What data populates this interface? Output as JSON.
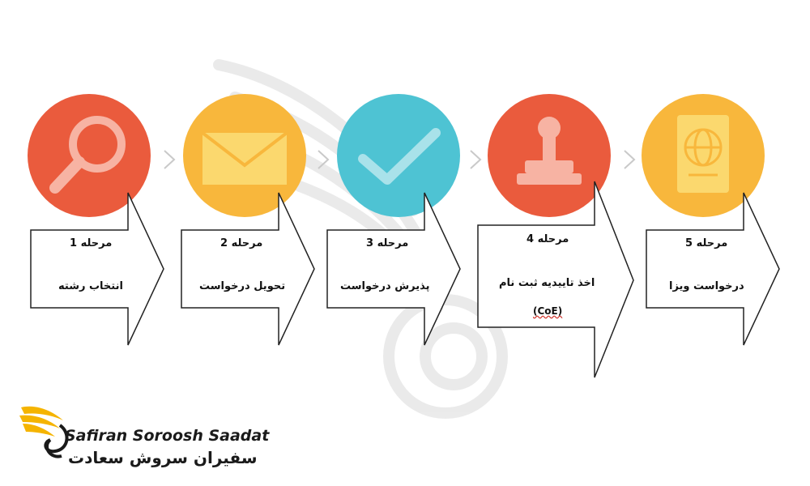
{
  "steps": [
    {
      "title": "مرحله 1",
      "desc": "انتخاب رشته",
      "color": "#ea5b3d",
      "icon": "magnifier-icon"
    },
    {
      "title": "مرحله 2",
      "desc": "تحویل درخواست",
      "color": "#f8b73c",
      "icon": "envelope-icon"
    },
    {
      "title": "مرحله 3",
      "desc": "پذیرش درخواست",
      "color": "#4ec3d3",
      "icon": "checkmark-icon"
    },
    {
      "title": "مرحله 4",
      "desc": "اخذ تاییدیه ثبت نام",
      "extra": "(CoE)",
      "color": "#ea5b3d",
      "icon": "stamp-icon"
    },
    {
      "title": "مرحله 5",
      "desc": "درخواست ویزا",
      "color": "#f8b73c",
      "icon": "passport-icon"
    }
  ],
  "brand": {
    "name_en": "Safiran Soroosh Saadat",
    "name_fa": "سفیران سروش سعادت",
    "accent": "#f5b400"
  }
}
